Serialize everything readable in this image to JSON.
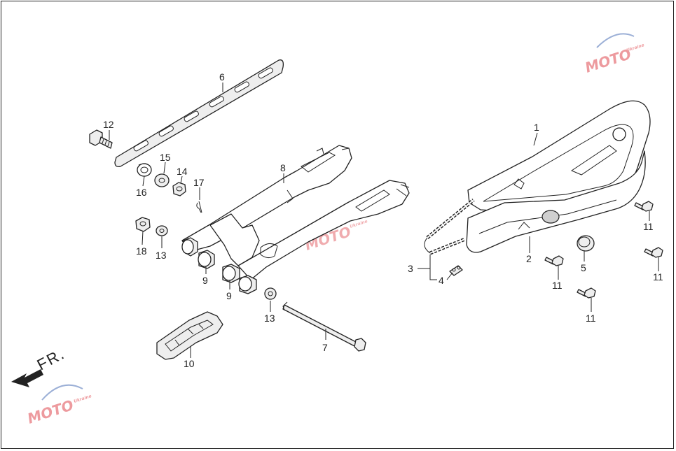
{
  "diagram": {
    "direction_label": "FR.",
    "callouts": [
      {
        "id": "c1",
        "text": "1"
      },
      {
        "id": "c2",
        "text": "2"
      },
      {
        "id": "c3",
        "text": "3"
      },
      {
        "id": "c4",
        "text": "4"
      },
      {
        "id": "c5",
        "text": "5"
      },
      {
        "id": "c6",
        "text": "6"
      },
      {
        "id": "c7",
        "text": "7"
      },
      {
        "id": "c8",
        "text": "8"
      },
      {
        "id": "c9a",
        "text": "9"
      },
      {
        "id": "c9b",
        "text": "9"
      },
      {
        "id": "c10",
        "text": "10"
      },
      {
        "id": "c11a",
        "text": "11"
      },
      {
        "id": "c11b",
        "text": "11"
      },
      {
        "id": "c11c",
        "text": "11"
      },
      {
        "id": "c11d",
        "text": "11"
      },
      {
        "id": "c12",
        "text": "12"
      },
      {
        "id": "c13a",
        "text": "13"
      },
      {
        "id": "c13b",
        "text": "13"
      },
      {
        "id": "c14",
        "text": "14"
      },
      {
        "id": "c15",
        "text": "15"
      },
      {
        "id": "c16",
        "text": "16"
      },
      {
        "id": "c17",
        "text": "17"
      },
      {
        "id": "c18",
        "text": "18"
      }
    ]
  },
  "watermark": {
    "brand": "MOTO",
    "tagline": "Ukraine",
    "accent_red": "#e0484f",
    "accent_blue": "#4a6fb5"
  }
}
